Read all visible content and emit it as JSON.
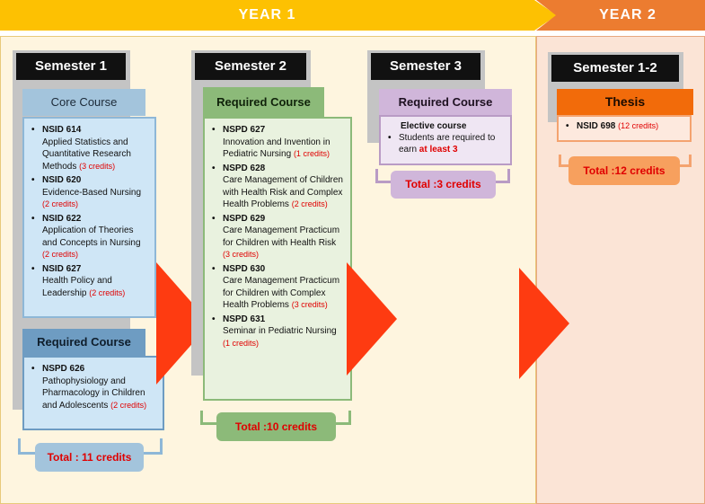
{
  "years": {
    "year1": "YEAR 1",
    "year2": "YEAR 2"
  },
  "semester1": {
    "title": "Semester 1",
    "core": {
      "heading": "Core Course",
      "courses": [
        {
          "code": "NSID 614",
          "name": "Applied Statistics and Quantitative Research Methods",
          "credits": "(3 credits)"
        },
        {
          "code": "NSID 620",
          "name": "Evidence-Based Nursing",
          "credits": "(2 credits)"
        },
        {
          "code": "NSID 622",
          "name": "Application of Theories and Concepts in Nursing",
          "credits": "(2 credits)"
        },
        {
          "code": "NSID 627",
          "name": "Health Policy and Leadership",
          "credits": "(2 credits)"
        }
      ]
    },
    "required": {
      "heading": "Required Course",
      "courses": [
        {
          "code": "NSPD 626",
          "name": "Pathophysiology and Pharmacology in Children and Adolescents",
          "credits": "(2 credits)"
        }
      ]
    },
    "total_label": "Total",
    "total_value": ": 11 credits"
  },
  "semester2": {
    "title": "Semester 2",
    "required": {
      "heading": "Required Course",
      "courses": [
        {
          "code": "NSPD 627",
          "name": "Innovation and Invention in Pediatric Nursing",
          "credits": "(1 credits)"
        },
        {
          "code": "NSPD 628",
          "name": "Care Management of Children with Health Risk and Complex Health Problems",
          "credits": "(2 credits)"
        },
        {
          "code": "NSPD 629",
          "name": "Care Management Practicum for Children with Health Risk",
          "credits": "(3 credits)"
        },
        {
          "code": "NSPD 630",
          "name": "Care Management Practicum for Children with Complex Health Problems",
          "credits": "(3 credits)"
        },
        {
          "code": "NSPD 631",
          "name": "Seminar in Pediatric Nursing",
          "credits": "(1 credits)"
        }
      ]
    },
    "total_label": "Total",
    "total_value": ":10 credits"
  },
  "semester3": {
    "title": "Semester 3",
    "required": {
      "heading": "Required Course",
      "elective_title": "Elective course",
      "elective_text": "Students are required to earn",
      "elective_emphasis": "at least 3"
    },
    "total_label": "Total",
    "total_value": ":3 credits"
  },
  "semester12": {
    "title": "Semester 1-2",
    "thesis": {
      "heading": "Thesis",
      "courses": [
        {
          "code": "NSID 698",
          "credits": "(12 credits)"
        }
      ]
    },
    "total_label": "Total",
    "total_value": ":12 credits"
  },
  "colors": {
    "year1_banner": "#fdc102",
    "year2_banner": "#ec7c30",
    "arrow": "#fe3b11",
    "core_fill": "#cfe6f6",
    "core_border": "#8eb7d7",
    "sem1_required_tab": "#6e9cc2",
    "sem2_fill": "#e9f2df",
    "sem2_border": "#8cba79",
    "sem3_fill": "#efe6f3",
    "sem3_border": "#b99bc5",
    "thesis_tab": "#f26b0a",
    "thesis_fill": "#fde9de",
    "credits_red": "#e00000"
  }
}
